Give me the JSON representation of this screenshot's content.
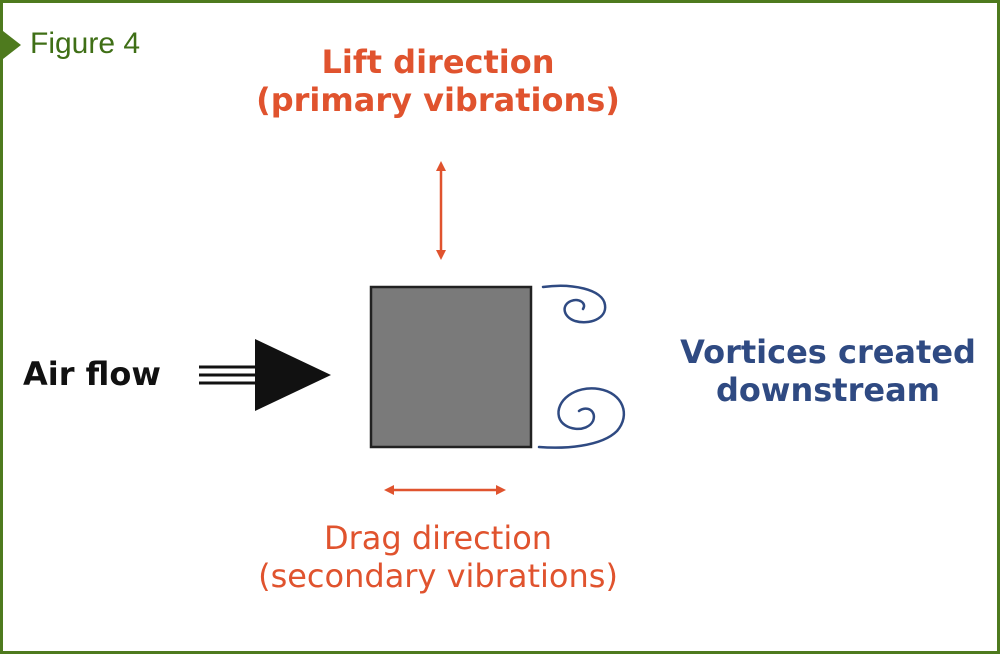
{
  "figure": {
    "label": "Figure 4"
  },
  "labels": {
    "lift_line1": "Lift direction",
    "lift_line2": "(primary vibrations)",
    "drag_line1": "Drag direction",
    "drag_line2": "(secondary vibrations)",
    "air_flow": "Air flow",
    "vortices_line1": "Vortices created",
    "vortices_line2": "downstream"
  },
  "colors": {
    "frame": "#4e7a1e",
    "figure_label": "#3f6f16",
    "lift_drag": "#e0532e",
    "vortices": "#2f4a82",
    "body_fill": "#7a7a7a",
    "air_flow": "#111111"
  }
}
